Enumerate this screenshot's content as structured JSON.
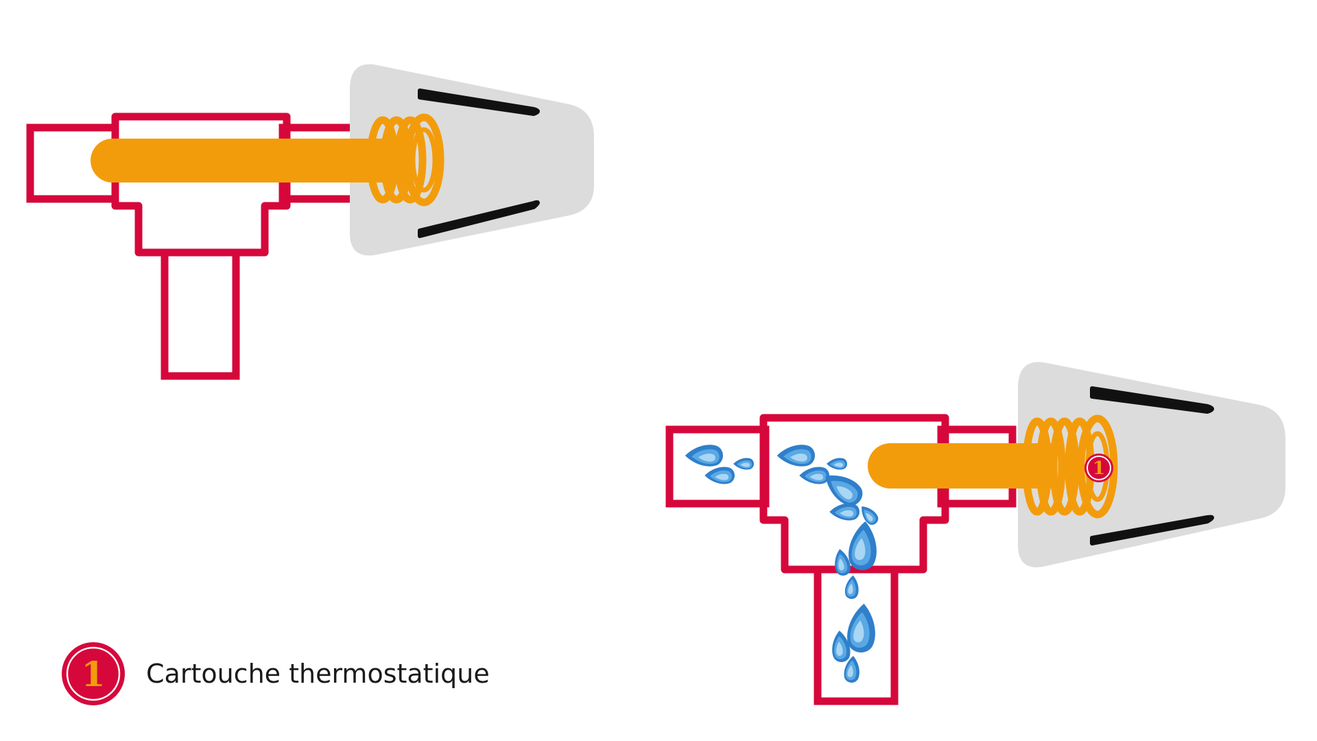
{
  "colors": {
    "pipe": "#d6083b",
    "cartridge": "#f39c0b",
    "cap": "#dcdcdc",
    "cap_mark": "#111111",
    "water_dark": "#2f7fcb",
    "water_mid": "#5aa8e4",
    "water_light": "#a9d6f5",
    "badge_fill": "#d6083b",
    "badge_number": "#f39c0b"
  },
  "diagrams": [
    {
      "id": "closed-state",
      "water_flow": false,
      "marker": null
    },
    {
      "id": "open-state",
      "water_flow": true,
      "marker": "1"
    }
  ],
  "legend": {
    "items": [
      {
        "number": "1",
        "label": "Cartouche thermostatique"
      }
    ]
  }
}
